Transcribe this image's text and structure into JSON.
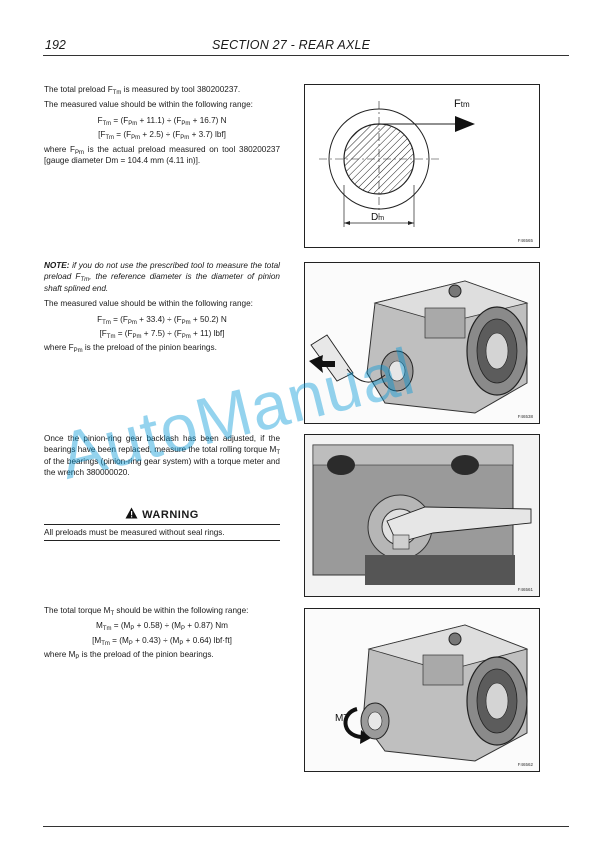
{
  "header": {
    "page_number": "192",
    "section_title": "SECTION 27 - REAR AXLE"
  },
  "block1": {
    "intro_a": "The total preload F",
    "intro_sub": "Tm",
    "intro_b": " is measured by tool 380200237.",
    "range_text": "The measured value should be within the following range:",
    "eq1": "F<sub>Tm</sub> = (F<sub>Pm</sub> + 11.1) ÷ (F<sub>Pm</sub> + 16.7) N",
    "eq2": "[F<sub>Tm</sub> = (F<sub>Pm</sub> + 2.5) ÷ (F<sub>Pm</sub> + 3.7) lbf]",
    "where": "where F<sub>Pm</sub> is the actual preload measured on tool 380200237 [gauge diameter Dm = 104.4 mm (4.11 in)]."
  },
  "block2": {
    "note_label": "NOTE:",
    "note_text": " if you do not use the prescribed tool to measure the total preload F<sub>Tm</sub>, the reference diameter is the diameter of pinion shaft splined end.",
    "range_text": "The measured value should be within the following range:",
    "eq1": "F<sub>Tm</sub> = (F<sub>Pm</sub> + 33.4) ÷ (F<sub>Pm</sub> + 50.2) N",
    "eq2": "[F<sub>Tm</sub> = (F<sub>Pm</sub> + 7.5) ÷ (F<sub>Pm</sub> + 11) lbf]",
    "where": "where F<sub>Pm</sub> is the preload of the pinion bearings."
  },
  "block3": {
    "text": "Once the pinion-ring gear backlash has been adjusted, if the bearings have been replaced, measure the total rolling torque M<sub>T</sub> of the bearings (pinion-ring gear system) with a torque meter and the wrench 380000020.",
    "warning_title": "WARNING",
    "warning_text": "All preloads must be measured without seal rings."
  },
  "block4": {
    "intro": "The total torque M<sub>T</sub> should be within the following range:",
    "eq1": "M<sub>Tm</sub> = (M<sub>P</sub> + 0.58) ÷ (M<sub>P</sub> + 0.87) Nm",
    "eq2": "[M<sub>Tm</sub> = (M<sub>P</sub> + 0.43) ÷ (M<sub>P</sub> + 0.64) lbf·ft]",
    "where": "where M<sub>P</sub> is the preload of the pinion bearings."
  },
  "figures": {
    "fig1": {
      "label_force": "F",
      "label_force_sub": "tm",
      "label_dim": "D",
      "label_dim_sub": "m",
      "code": "F46565"
    },
    "fig2": {
      "code": "F46538"
    },
    "fig3": {
      "code": "F46561"
    },
    "fig4": {
      "label_mt": "MT",
      "code": "F46562"
    }
  },
  "watermark": "AutoManual"
}
